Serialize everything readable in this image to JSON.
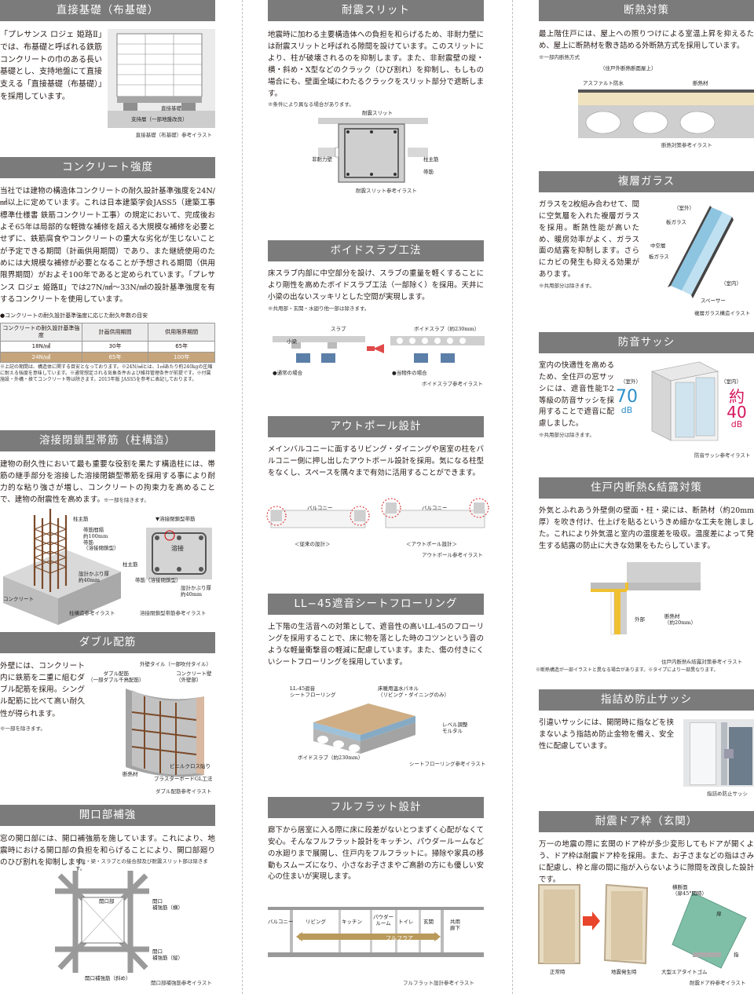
{
  "c1": {
    "s1": {
      "title": "直接基礎（布基礎）",
      "text": "「プレサンス ロジェ 姫路Ⅱ」では、布基礎と呼ばれる鉄筋コンクリートの巾のある長い基礎とし、支持地盤にて直接支える「直接基礎（布基礎）」を採用しています。",
      "ill_base": "直接基礎",
      "ill_ground": "支持層（一部地盤改良）",
      "caption": "直接基礎（布基礎）参考イラスト"
    },
    "s2": {
      "title": "コンクリート強度",
      "text": "当社では建物の構造体コンクリートの耐久設計基準強度を24N/㎟以上に定めています。これは日本建築学会JASS5（建築工事標準仕様書 鉄筋コンクリート工事）の規定において、完成後およそ65年は局部的な軽微な補修を超える大規模な補修を必要とせずに、鉄筋腐食やコンクリートの重大な劣化が生じないことが予定できる期間（計画供用期間）であり、また継続使用のためには大規模な補修が必要となることが予想される期間（供用限界期間）がおよそ100年であると定められています。「プレサンス ロジェ 姫路Ⅱ」では27N/㎟～33N/㎟の設計基準強度を有するコンクリートを使用しています。",
      "table_title": "●コンクリートの耐久設計基準強度に応じた耐久年数の目安",
      "headers": [
        "コンクリートの耐久設計基準強度",
        "計画供用期間",
        "供用限界期間"
      ],
      "rows": [
        [
          "18N/㎟",
          "30年",
          "65年"
        ],
        [
          "24N/㎟",
          "65年",
          "100年"
        ]
      ],
      "notes": "※上記の期間は、構造体に関する目安となっております。※24N/㎟とは、1㎠あたり約240kgの圧縮に耐える強度を意味しています。※通常想定される気象条件および維持管理条件が前提です。※付属施設・外構・捨てコンクリート等は除きます。2015年版 JASS5を参考に表記しております。"
    },
    "s3": {
      "title": "溶接閉鎖型帯筋（柱構造）",
      "text": "建物の耐久性において最も重要な役割を果たす構造柱には、帯筋の継手部分を溶接した溶接閉鎖型帯筋を採用する事により耐力的な粘り強さが増し、コンクリートの拘束力を高めることで、建物の耐震性を高めます。",
      "note": "※一部を除きます。",
      "l_main": "柱主筋",
      "l_hoop": "帯筋間隔\n約100mm\n帯筋\n（溶接閉鎖型）",
      "l_cover": "設計かぶり厚\n約40mm",
      "l_concrete": "コンクリート",
      "r_title": "▼溶接閉鎖型帯筋",
      "r_weld": "溶接",
      "r_main": "柱主筋",
      "r_hoop": "帯筋（溶接閉鎖型）",
      "r_cover": "設計かぶり厚\n約40mm",
      "cap_left": "柱構造参考イラスト",
      "cap_right": "溶接閉鎖型帯筋参考イラスト"
    },
    "s4": {
      "title": "ダブル配筋",
      "text": "外壁には、コンクリート内に鉄筋を二重に組むダブル配筋を採用。シングル配筋に比べて高い耐久性が得られます。",
      "note_inline": "※一部を除きます。",
      "l_tile": "外壁タイル（一部吹付タイル）",
      "l_double": "ダブル配筋\n（一部ダブル千鳥配筋）",
      "l_concrete": "コンクリート壁\n（外壁部）",
      "l_insul": "断熱材",
      "l_cross": "ビニルクロス貼り",
      "l_board": "プラスターボードGL工法",
      "caption": "ダブル配筋参考イラスト"
    },
    "s5": {
      "title": "開口部補強",
      "text": "窓の開口部には、開口補強筋を施しています。これにより、地震時における開口部の負担を和らげることにより、開口部廻りのひび割れを抑制します。",
      "note_inline": "※柱・梁・スラブとの接合部及び耐震スリット部は除きます。",
      "l_open": "開口部",
      "l_h": "開口\n補強筋（横）",
      "l_v": "開口\n補強筋（縦）",
      "l_diag": "開口補強筋（斜め）",
      "caption": "開口部補強筋参考イラスト"
    }
  },
  "c2": {
    "s1": {
      "title": "耐震スリット",
      "text": "地震時に加わる主要構造体への負担を和らげるため、非耐力壁には耐震スリットと呼ばれる隙間を設けています。このスリットにより、柱が破壊されるのを抑制します。また、非耐震壁の縦・横・斜め・X型などのクラック（ひび割れ）を抑制し、もしもの場合にも、壁面全域にわたるクラックをスリット部分で遮断します。",
      "note": "※条件により異なる場合があります。",
      "l_slit": "耐震スリット",
      "l_wall": "非耐力壁",
      "l_main": "柱主筋",
      "l_hoop": "帯筋",
      "caption": "耐震スリット参考イラスト"
    },
    "s2": {
      "title": "ボイドスラブ工法",
      "text": "床スラブ内部に中空部分を設け、スラブの重量を軽くすることにより剛性を高めたボイドスラブ工法（一部除く）を採用。天井に小梁の出ないスッキリとした空間が実現します。",
      "note": "※共用部・玄関・水廻り他一部は除きます。",
      "l_slab": "スラブ",
      "l_beam": "小梁",
      "l_void": "ボイドスラブ（約230mm）",
      "l_normal": "●通常の場合",
      "l_this": "●当物件の場合",
      "caption": "ボイドスラブ参考イラスト"
    },
    "s3": {
      "title": "アウトポール設計",
      "text": "メインバルコニーに面するリビング・ダイニングや居室の柱をバルコニー側に押し出したアウトポール設計を採用。気になる柱型をなくし、スペースを隅々まで有効に活用することができます。",
      "l_bal": "バルコニー",
      "l_old": "＜従来の設計＞",
      "l_out": "＜アウトポール設計＞",
      "caption": "アウトポール参考イラスト"
    },
    "s4": {
      "title": "LL−45遮音シートフローリング",
      "text": "上下階の生活音への対策として、遮音性の高いLL-45のフローリングを採用することで、床に物を落とした時のコツンという音のような軽量衝撃音の軽減に配慮しています。また、傷の付きにくいシートフローリングを採用しています。",
      "l_ll": "LL-45遮音\nシートフローリング",
      "l_heat": "床暖用温水パネル\n（リビング・ダイニングのみ）",
      "l_mortar": "レベル調整\nモルタル",
      "l_void": "ボイドスラブ（約230mm）",
      "caption": "シートフローリング参考イラスト"
    },
    "s5": {
      "title": "フルフラット設計",
      "text": "廊下から居室に入る際に床に段差がないとつまずく心配がなくて安心。そんなフルフラット設計をキッチン、パウダールームなどの水廻りまで展開し、住戸内をフルフラットに。掃除や家具の移動もスムーズになり、小さなお子さまやご高齢の方にも優しい安心の住まいが実現します。",
      "rooms": [
        "バルコニー",
        "リビング",
        "キッチン",
        "パウダー\nルーム",
        "トイレ",
        "玄関",
        "共用\n廊下"
      ],
      "l_flat": "フルフラア",
      "caption": "フルフラット設計参考イラスト"
    }
  },
  "c3": {
    "s1": {
      "title": "断熱対策",
      "text": "最上階住戸には、屋上への照りつけによる室温上昇を抑えるため、屋上に断熱材を敷き詰める外断熱方式を採用しています。",
      "note": "※一部内断熱方式",
      "l_title": "（住戸外断熱断面屋上）",
      "l_asphalt": "アスファルト防水",
      "l_insul": "断熱材",
      "caption": "断熱対策参考イラスト"
    },
    "s2": {
      "title": "複層ガラス",
      "text": "ガラスを2枚組み合わせて、間に空気層を入れた複層ガラスを採用。断熱性能が高いため、暖房効率がよく、ガラス面の結露を抑制します。さらにカビの発生も抑える効果があります。",
      "note": "※共用部分は除きます。",
      "l_out": "（室外）",
      "l_glass1": "板ガラス",
      "l_mid": "中空層",
      "l_glass2": "板ガラス",
      "l_in": "（室内）",
      "l_spacer": "スペーサー",
      "caption": "複層ガラス構造イラスト"
    },
    "s3": {
      "title": "防音サッシ",
      "text": "室内の快適性を高めるため、全住戸の窓サッシには、遮音性能T-2等級の防音サッシを採用することで遮音に配慮しました。",
      "note": "※共用部分は除きます。",
      "out_label": "（室外）",
      "out_val": "70",
      "out_unit": "dB",
      "in_label": "（室内）",
      "in_val": "約40",
      "in_unit": "dB",
      "caption": "防音サッシ参考イラスト",
      "accent_out": "#2c8fc9",
      "accent_in": "#d4145a"
    },
    "s4": {
      "title": "住戸内断熱&結露対策",
      "text": "外気とふれあう外壁側の壁面・柱・梁には、断熱材（約20mm厚）を吹き付け、仕上げを貼るというきめ細かな工夫を施しました。これにより外気温と室内の温度差を吸収。温度差によって発生する結露の防止に大きな効果をもたらしています。",
      "l_out": "外部",
      "l_insul": "断熱材\n（約20mm）",
      "caption": "住戸内断熱&結露対策参考イラスト",
      "note": "※断熱構造が一部イラストと異なる場合があります。※タイプにより一部異なります。"
    },
    "s5": {
      "title": "指詰め防止サッシ",
      "text": "引違いサッシには、開閉時に指などを挟まないよう指詰め防止金物を備え、安全性に配慮しています。",
      "caption": "指詰め防止サッシ"
    },
    "s6": {
      "title": "耐震ドア枠（玄関）",
      "text": "万一の地震の際に玄関のドア枠が多少変形してもドアが開くよう、ドア枠は耐震ドア枠を採用。また、お子さまなどの指はさみに配慮し、枠と扉の間に指が入らないように隙間を改良した設計です。",
      "l_normal": "正常時",
      "l_quake": "地震発生時",
      "l_section": "横断面\n（扉45°開時）",
      "l_door": "扉",
      "l_finger": "指",
      "l_gomu": "大型エアタイトゴム",
      "caption": "耐震ドア枠参考イラスト"
    }
  }
}
